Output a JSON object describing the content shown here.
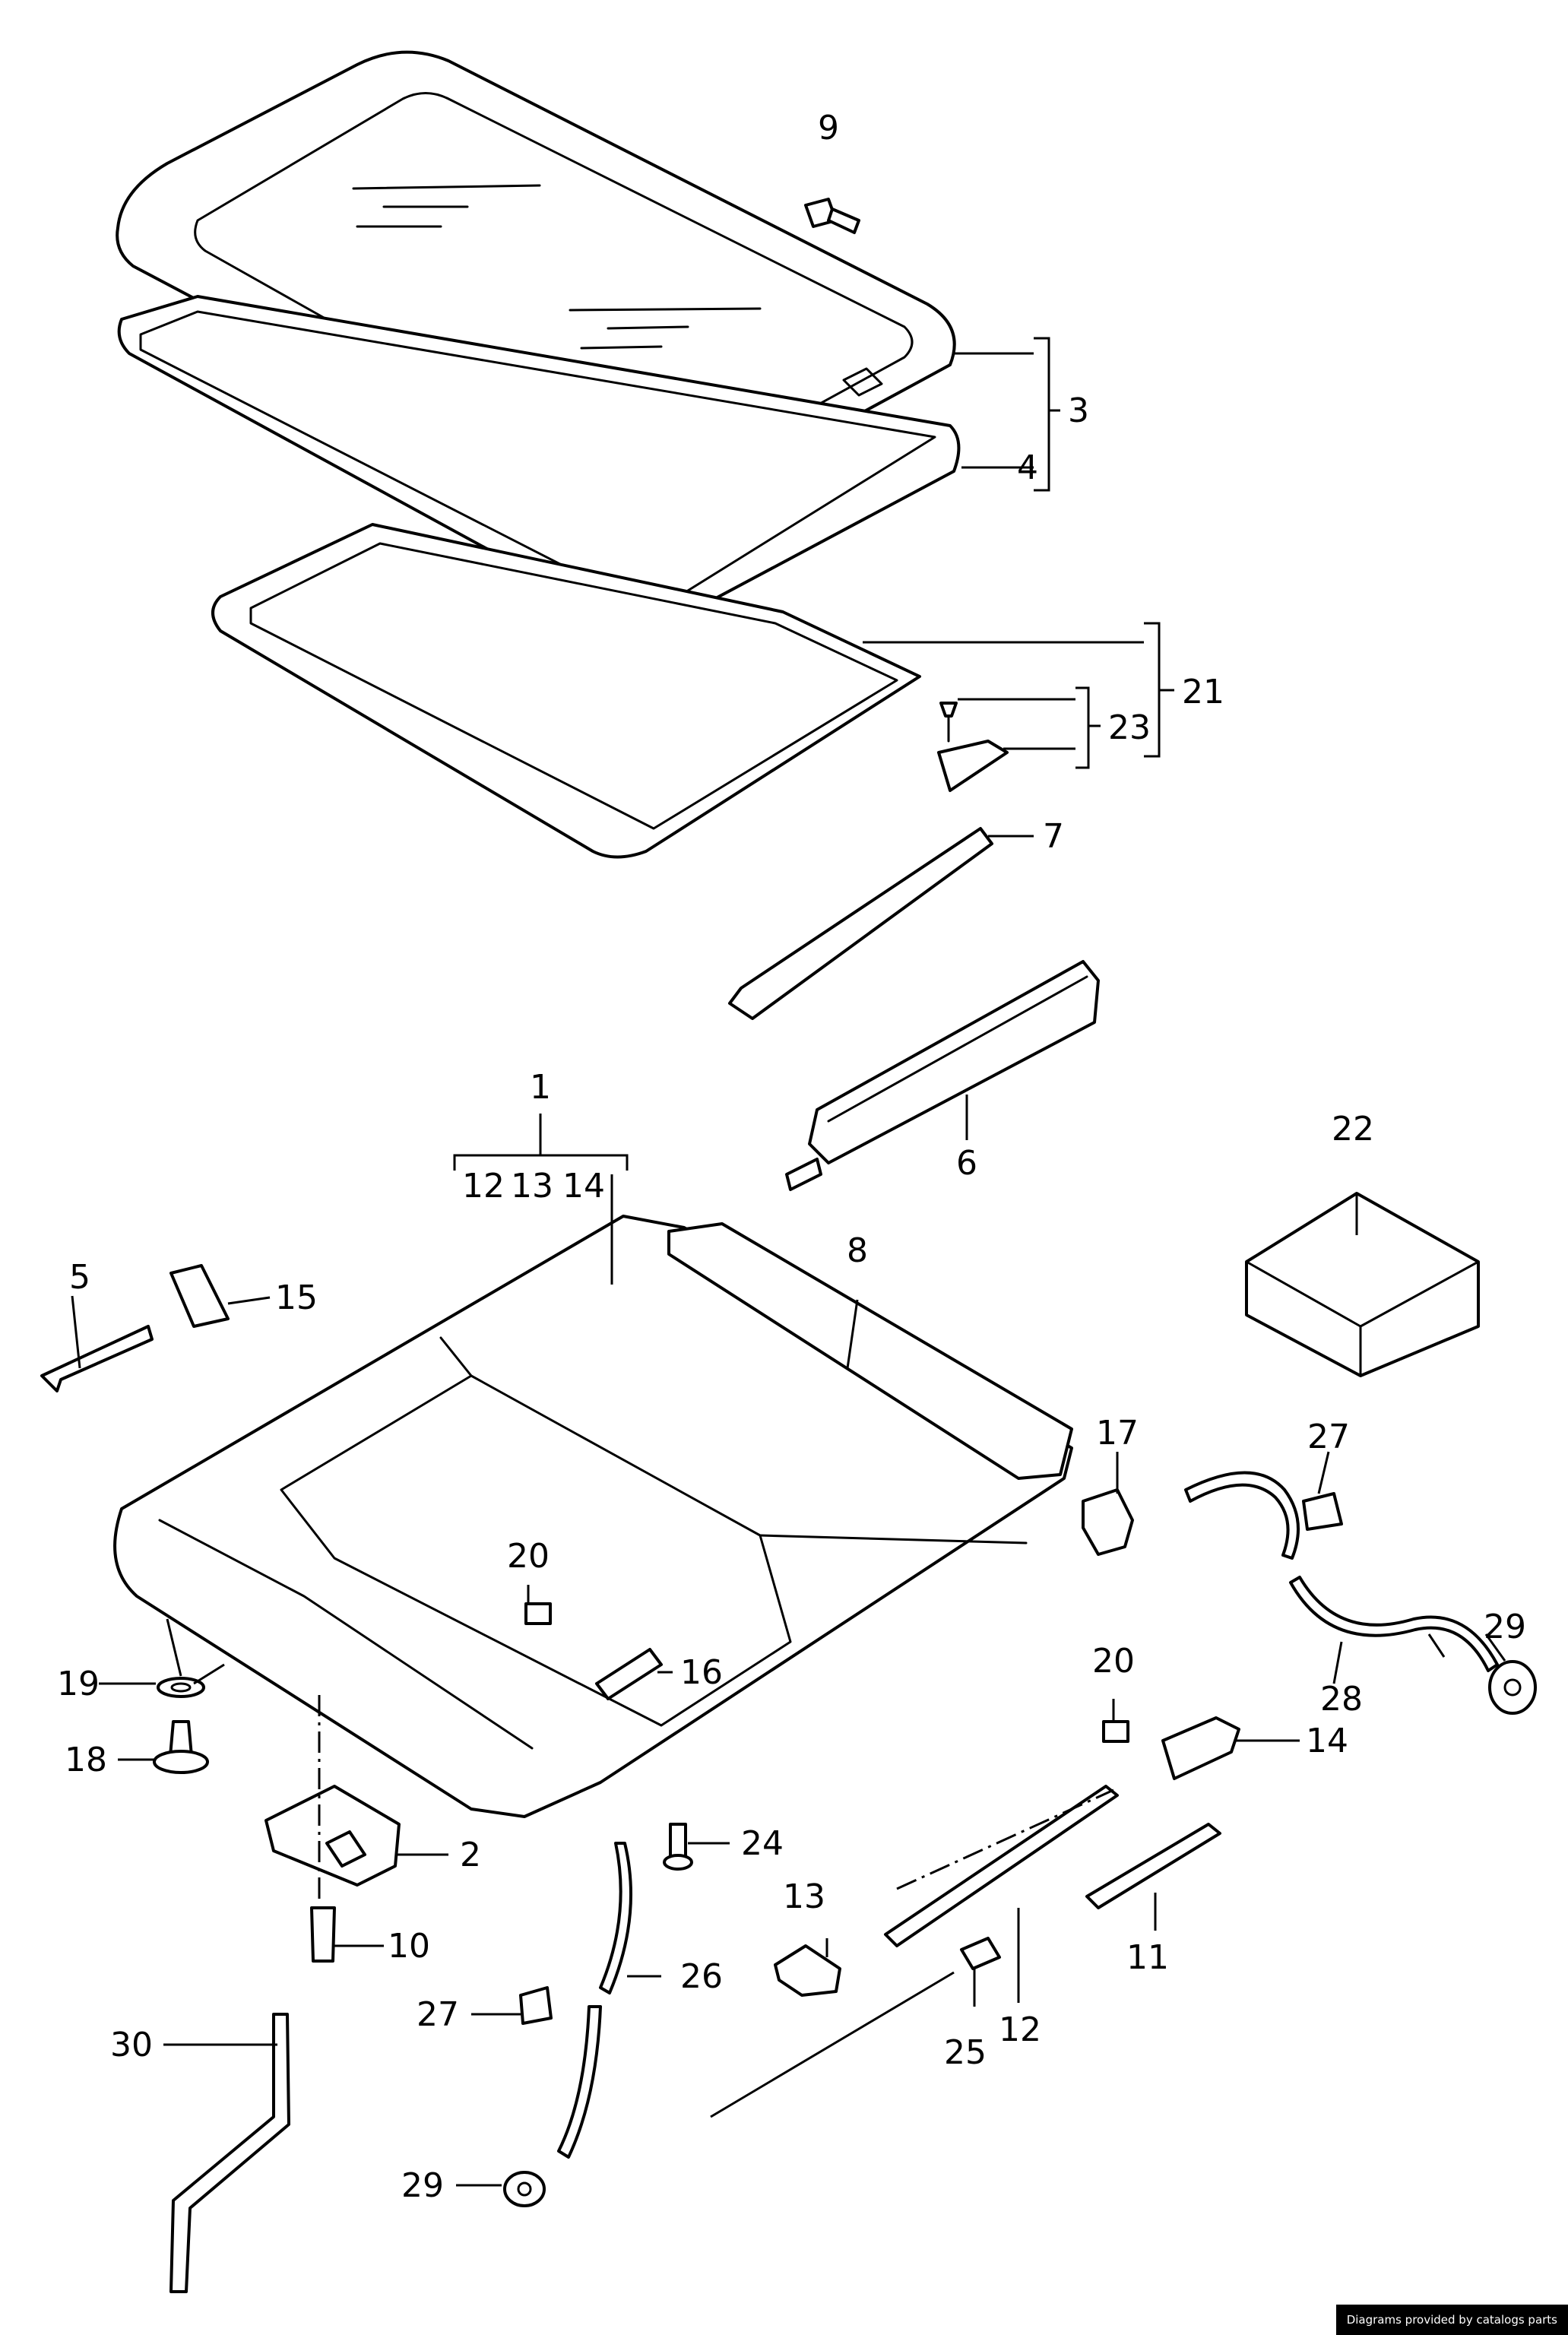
{
  "callouts": [
    {
      "id": "c1",
      "text": "1"
    },
    {
      "id": "c2",
      "text": "2"
    },
    {
      "id": "c3",
      "text": "3"
    },
    {
      "id": "c4",
      "text": "4"
    },
    {
      "id": "c5",
      "text": "5"
    },
    {
      "id": "c6",
      "text": "6"
    },
    {
      "id": "c7",
      "text": "7"
    },
    {
      "id": "c8",
      "text": "8"
    },
    {
      "id": "c9",
      "text": "9"
    },
    {
      "id": "c10",
      "text": "10"
    },
    {
      "id": "c11",
      "text": "11"
    },
    {
      "id": "c12",
      "text": "12"
    },
    {
      "id": "c12b",
      "text": "12"
    },
    {
      "id": "c13",
      "text": "13"
    },
    {
      "id": "c13b",
      "text": "13"
    },
    {
      "id": "c14",
      "text": "14"
    },
    {
      "id": "c14b",
      "text": "14"
    },
    {
      "id": "c15",
      "text": "15"
    },
    {
      "id": "c16",
      "text": "16"
    },
    {
      "id": "c17",
      "text": "17"
    },
    {
      "id": "c18",
      "text": "18"
    },
    {
      "id": "c19",
      "text": "19"
    },
    {
      "id": "c20",
      "text": "20"
    },
    {
      "id": "c20b",
      "text": "20"
    },
    {
      "id": "c21",
      "text": "21"
    },
    {
      "id": "c22",
      "text": "22"
    },
    {
      "id": "c23",
      "text": "23"
    },
    {
      "id": "c24",
      "text": "24"
    },
    {
      "id": "c25",
      "text": "25"
    },
    {
      "id": "c26",
      "text": "26"
    },
    {
      "id": "c27",
      "text": "27"
    },
    {
      "id": "c27b",
      "text": "27"
    },
    {
      "id": "c28",
      "text": "28"
    },
    {
      "id": "c29",
      "text": "29"
    },
    {
      "id": "c29b",
      "text": "29"
    },
    {
      "id": "c30",
      "text": "30"
    }
  ],
  "credit": "Diagrams provided by catalogs parts"
}
